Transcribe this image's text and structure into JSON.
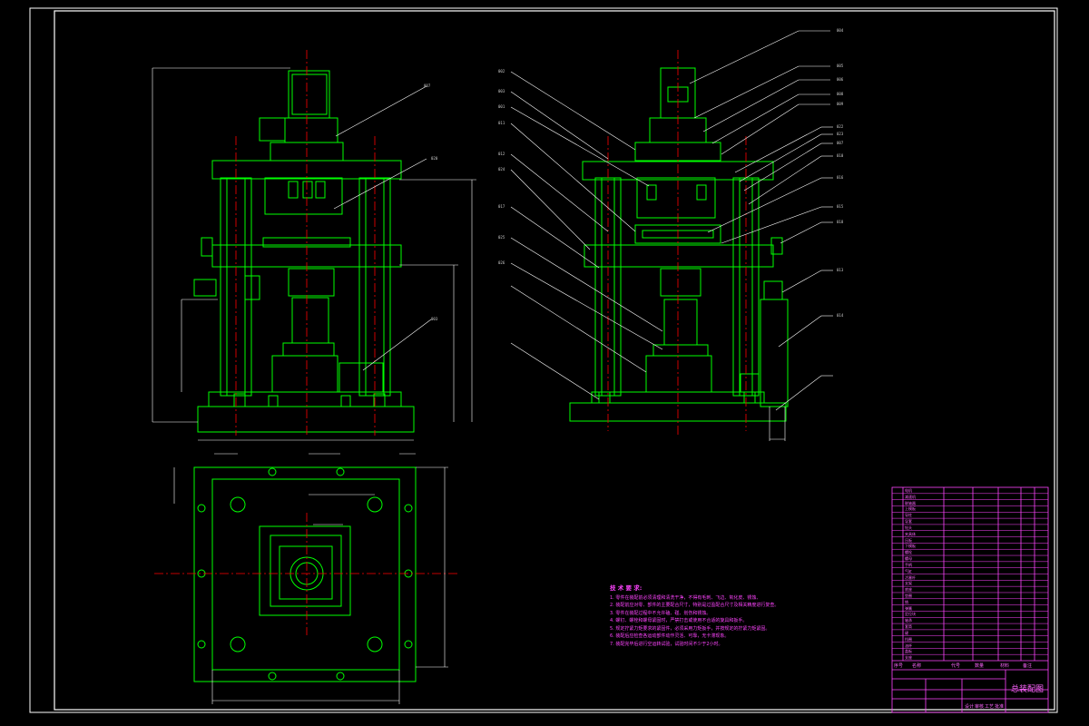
{
  "drawing": {
    "title": "总装配图",
    "colors": {
      "background": "#000000",
      "frame": "#ffffff",
      "outline": "#00ff00",
      "centerline": "#ff0000",
      "leader": "#ffffff",
      "text": "#ff66ff",
      "dimension": "#ffffff"
    }
  },
  "technical_notes": {
    "title": "技 术 要 求:",
    "lines": [
      "1. 零件在装配前必须清理和清洗干净，不得有毛刺、飞边、氧化皮、锈蚀、",
      "2. 装配前应对零、部件的主要配合尺寸，特别是过盈配合尺寸及相关精度进行复查。",
      "3. 零件在装配过程中不允许磕、碰、划伤和锈蚀。",
      "4. 螺钉、螺栓和螺母紧固时，严禁打击或使用不合适的旋具和扳手。",
      "5. 规定拧紧力矩要求的紧固件，必须采用力矩扳手，并按规定的拧紧力矩紧固。",
      "6. 装配后应检查各运动部件动作灵活、可靠，无卡滞现象。",
      "7. 装配完毕后进行空运转试验，试验时间不少于2小时。"
    ]
  },
  "balloons_left": [
    "007",
    "020",
    "003"
  ],
  "balloons_right_top": [
    "004",
    "005",
    "006",
    "008",
    "009"
  ],
  "balloons_right_side": [
    "022",
    "023",
    "007",
    "010",
    "016",
    "015",
    "018",
    "013",
    "014"
  ],
  "balloons_left_side": [
    "002",
    "003",
    "001",
    "011",
    "012",
    "024",
    "017",
    "025",
    "026"
  ],
  "title_block": {
    "part_names": [
      "电机",
      "减速机",
      "联轴器",
      "上模板",
      "导柱",
      "导套",
      "钻头",
      "夹具体",
      "压板",
      "下模板",
      "螺栓",
      "螺母",
      "手柄",
      "气缸",
      "活塞杆",
      "支架",
      "底座",
      "垫圈",
      "销",
      "弹簧",
      "定位块",
      "轴承",
      "套筒",
      "键",
      "挡圈",
      "油杯",
      "盖板",
      "支座"
    ],
    "headers": [
      "序号",
      "名称",
      "代号",
      "数量",
      "材料",
      "备注"
    ],
    "signature_rows": [
      "设计",
      "审核",
      "工艺",
      "批准"
    ]
  }
}
